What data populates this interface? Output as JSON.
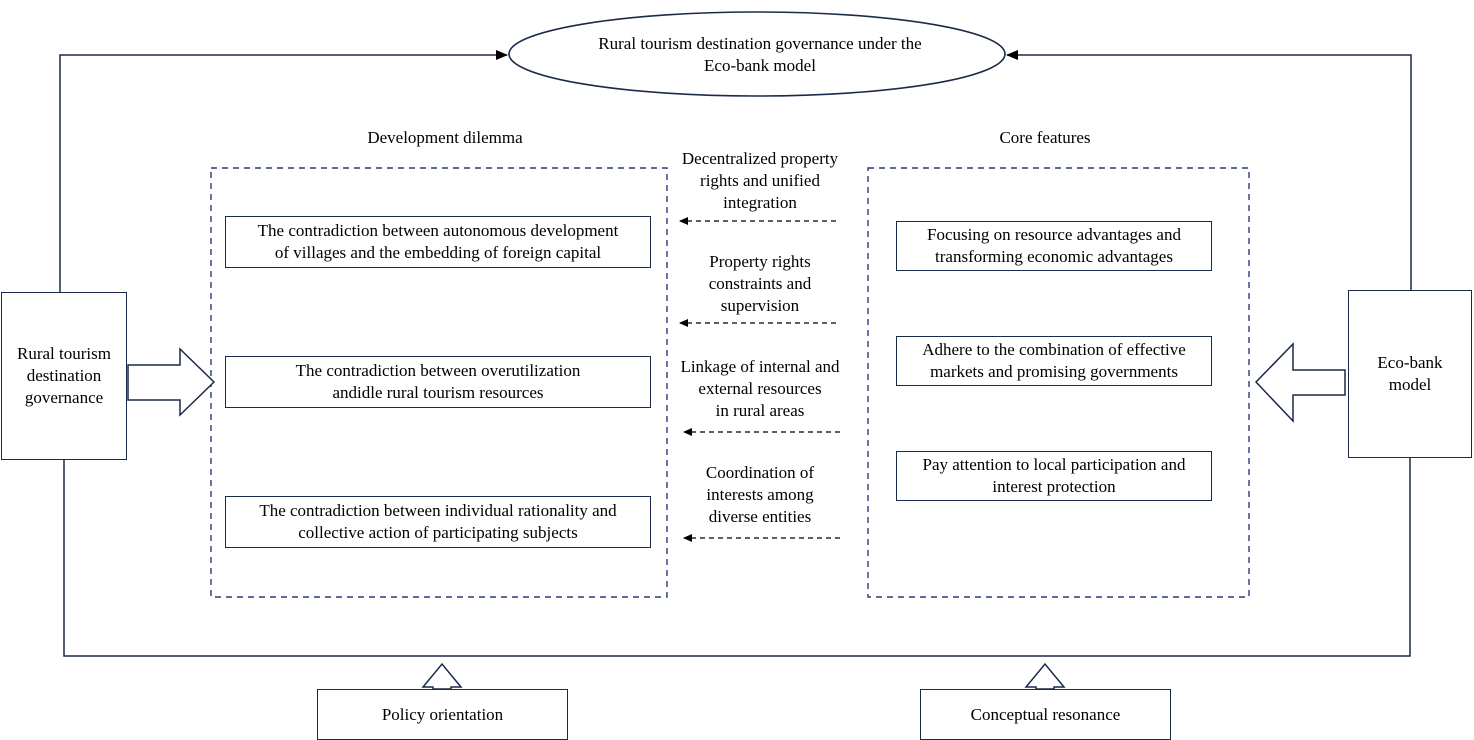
{
  "top": {
    "title_line1": "Rural tourism destination governance under the",
    "title_line2": "Eco-bank model"
  },
  "left_box": {
    "line1": "Rural tourism",
    "line2": "destination",
    "line3": "governance"
  },
  "right_box": {
    "line1": "Eco-bank",
    "line2": "model"
  },
  "dilemma": {
    "heading": "Development dilemma",
    "items": [
      {
        "line1": "The contradiction between autonomous development",
        "line2": "of villages and the embedding of foreign capital"
      },
      {
        "line1": "The contradiction between overutilization",
        "line2": "andidle rural tourism resources"
      },
      {
        "line1": "The contradiction between individual rationality and",
        "line2": "collective action of participating subjects"
      }
    ]
  },
  "features": {
    "heading": "Core features",
    "items": [
      {
        "line1": "Focusing on resource advantages and",
        "line2": "transforming economic advantages"
      },
      {
        "line1": "Adhere to the combination of effective",
        "line2": "markets and promising governments"
      },
      {
        "line1": "Pay attention to local participation and",
        "line2": "interest protection"
      }
    ]
  },
  "links": [
    {
      "line1": "Decentralized property",
      "line2": "rights and unified",
      "line3": "integration"
    },
    {
      "line1": "Property rights",
      "line2": "constraints and",
      "line3": "supervision"
    },
    {
      "line1": "Linkage of internal and",
      "line2": "external resources",
      "line3": "in rural areas"
    },
    {
      "line1": "Coordination of",
      "line2": "interests among",
      "line3": "diverse entities"
    }
  ],
  "bottom": {
    "policy": "Policy orientation",
    "conceptual": "Conceptual resonance"
  },
  "colors": {
    "stroke": "#1c2a4a",
    "dashed": "#2a3a7a"
  }
}
